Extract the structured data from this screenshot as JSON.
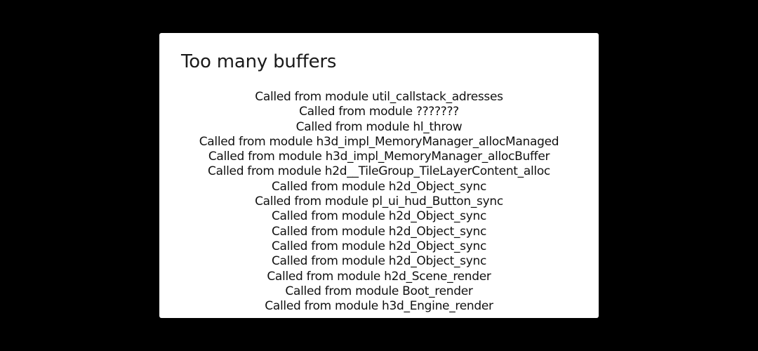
{
  "dialog": {
    "title": "Too many buffers",
    "stack_lines": [
      "Called from module util_callstack_adresses",
      "Called from module ???????",
      "Called from module hl_throw",
      "Called from module h3d_impl_MemoryManager_allocManaged",
      "Called from module h3d_impl_MemoryManager_allocBuffer",
      "Called from module h2d__TileGroup_TileLayerContent_alloc",
      "Called from module h2d_Object_sync",
      "Called from module pl_ui_hud_Button_sync",
      "Called from module h2d_Object_sync",
      "Called from module h2d_Object_sync",
      "Called from module h2d_Object_sync",
      "Called from module h2d_Object_sync",
      "Called from module h2d_Scene_render",
      "Called from module Boot_render",
      "Called from module h3d_Engine_render"
    ]
  },
  "colors": {
    "background": "#000000",
    "dialog": "#ffffff",
    "text": "#111111"
  }
}
